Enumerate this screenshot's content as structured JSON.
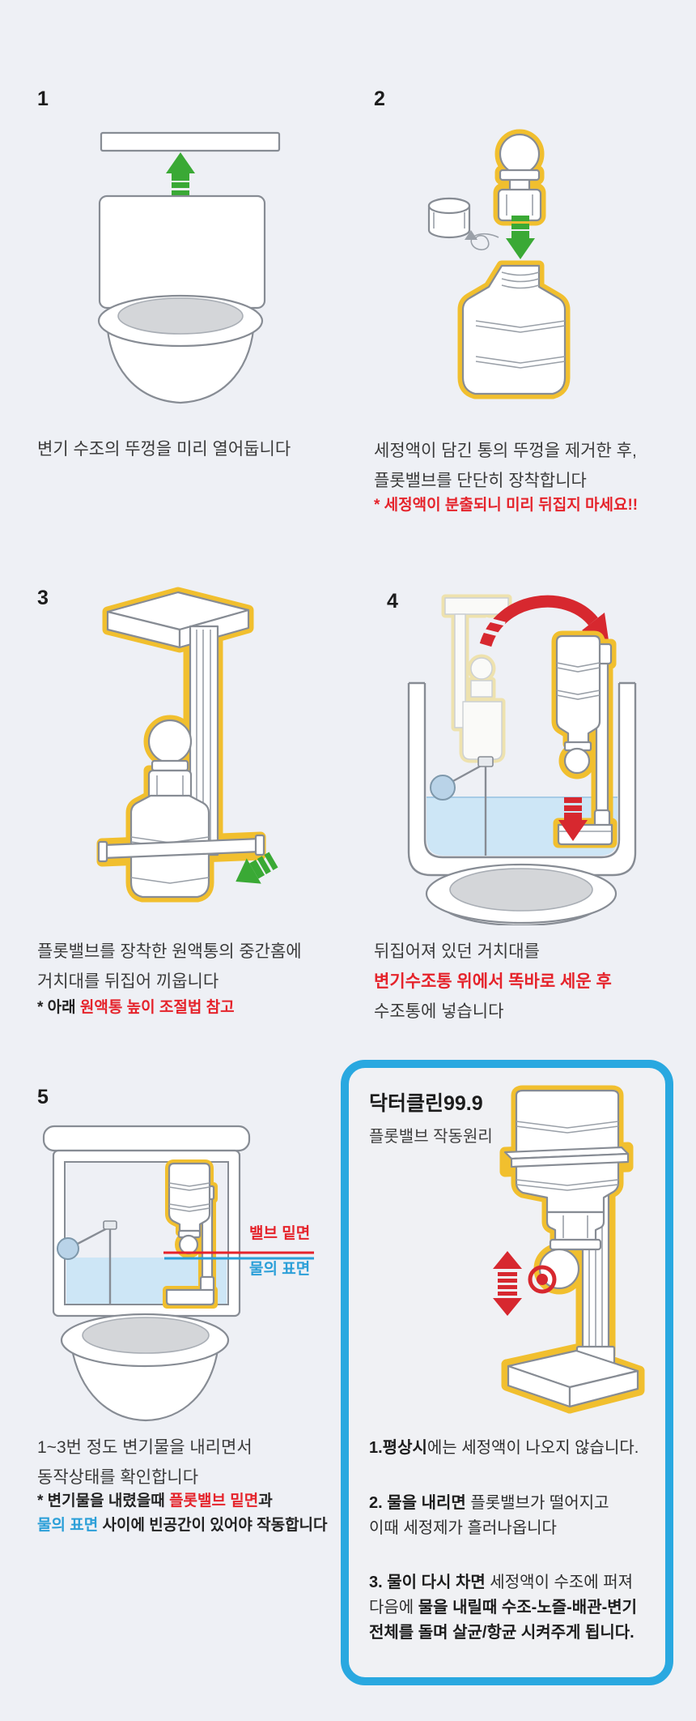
{
  "colors": {
    "background": "#eef0f5",
    "accent_yellow": "#f1bf2e",
    "accent_green": "#3aa935",
    "accent_red": "#d7282f",
    "text_red": "#e5232b",
    "text_blue": "#2b9fd8",
    "box_border_blue": "#29a8e0",
    "water_blue": "#cde6f6"
  },
  "steps": {
    "s1": {
      "number": "1",
      "line1": "변기 수조의 뚜껑을 미리 열어둡니다"
    },
    "s2": {
      "number": "2",
      "line1": "세정액이 담긴 통의 뚜껑을 제거한 후,",
      "line2": "플롯밸브를 단단히 장착합니다",
      "note": "* 세정액이 분출되니 미리 뒤집지 마세요!!"
    },
    "s3": {
      "number": "3",
      "line1": "플롯밸브를 장착한 원액통의 중간홈에",
      "line2": "거치대를 뒤집어 끼웁니다",
      "note_prefix": "* 아래 ",
      "note_red": "원액통 높이 조절법 참고"
    },
    "s4": {
      "number": "4",
      "line1": "뒤집어져 있던 거치대를",
      "line2": "변기수조통 위에서 똑바로 세운 후",
      "line3": "수조통에 넣습니다"
    },
    "s5": {
      "number": "5",
      "line1": "1~3번 정도 변기물을 내리면서",
      "line2": "동작상태를 확인합니다",
      "note1_prefix": "* 변기물을 내렸을때 ",
      "note1_red": "플롯밸브 밑면",
      "note1_suffix": "과",
      "note2_blue": "물의 표면",
      "note2_suffix": " 사이에 빈공간이 있어야 작동합니다",
      "label_valve": "밸브 밑면",
      "label_water": "물의 표면"
    }
  },
  "infobox": {
    "title": "닥터클린99.9",
    "subtitle": "플롯밸브 작동원리",
    "item1_bold": "1.평상시",
    "item1_rest": "에는 세정액이 나오지 않습니다.",
    "item2_bold": "2. 물을 내리면",
    "item2_rest": " 플롯밸브가 떨어지고",
    "item2_line2": "이때 세정제가 흘러나옵니다",
    "item3_bold": "3. 물이 다시 차면",
    "item3_rest": " 세정액이 수조에 퍼져",
    "item3_line2_prefix": "다음에 ",
    "item3_line2_bold": "물을 내릴때 수조-노즐-배관-변기",
    "item3_line3_bold": "전체를 돌며 살균/항균 시켜주게 됩니다."
  }
}
